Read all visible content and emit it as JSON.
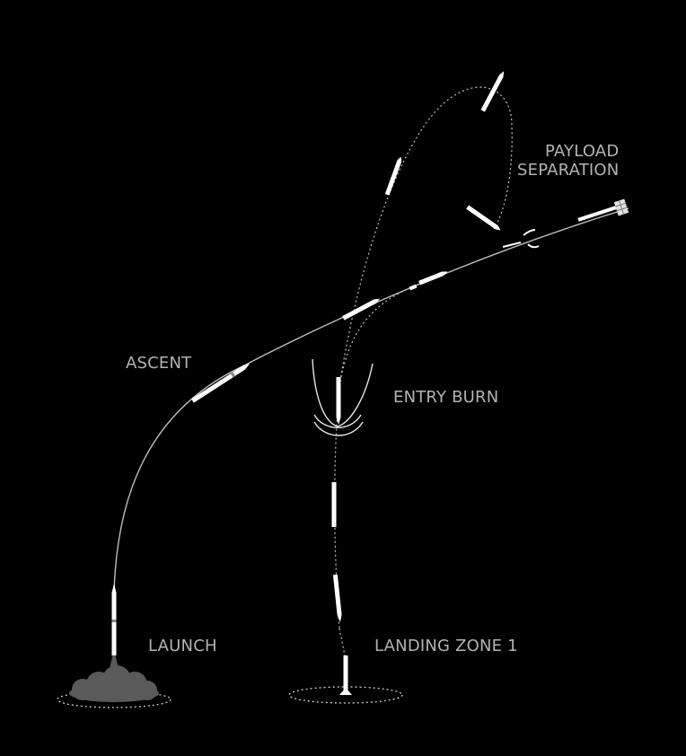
{
  "labels": {
    "payload_line1": "PAYLOAD",
    "payload_line2": "SEPARATION",
    "ascent": "ASCENT",
    "entry_burn": "ENTRY BURN",
    "launch": "LAUNCH",
    "landing_zone": "LANDING ZONE 1"
  },
  "colors": {
    "background": "#000000",
    "text": "#b3b3b3",
    "trajectory": "#bfbfbf",
    "rocket": "#ffffff",
    "smoke": "#5a5a5a"
  }
}
